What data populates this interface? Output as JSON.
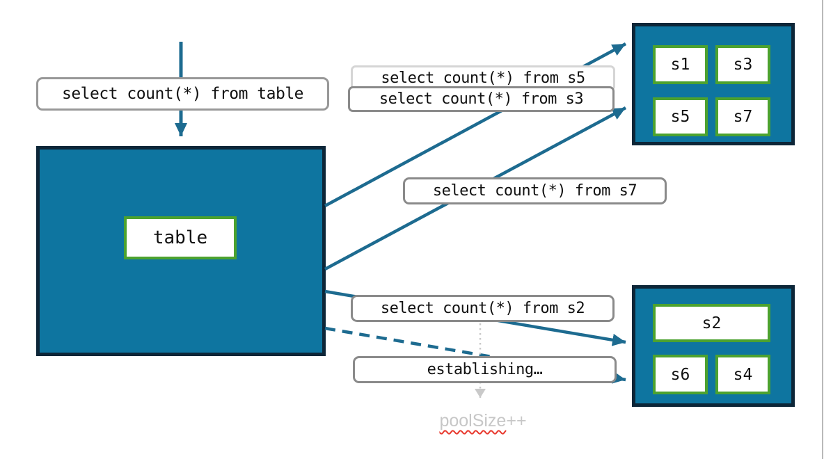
{
  "diagram": {
    "query_labels": {
      "table": "select count(*) from table",
      "s5": "select count(*) from s5",
      "s3": "select count(*) from s3",
      "s7": "select count(*) from s7",
      "s2": "select count(*) from s2",
      "establishing": "establishing…"
    },
    "main_table": {
      "label": "table"
    },
    "shard_group_top": {
      "shards": [
        "s1",
        "s3",
        "s5",
        "s7"
      ]
    },
    "shard_group_bottom": {
      "shards": [
        "s2",
        "s6",
        "s4"
      ]
    },
    "pool_note": {
      "word": "poolSize",
      "suffix": "++"
    },
    "colors": {
      "box_fill": "#0e75a0",
      "box_border": "#0d2638",
      "shard_border": "#4ca22f",
      "arrow": "#1d6b90",
      "label_border": "#8a8a8a",
      "label_border_light": "#d5d5d5",
      "muted_text": "#c7c7c7",
      "squiggle_underline": "#e8392e"
    }
  }
}
